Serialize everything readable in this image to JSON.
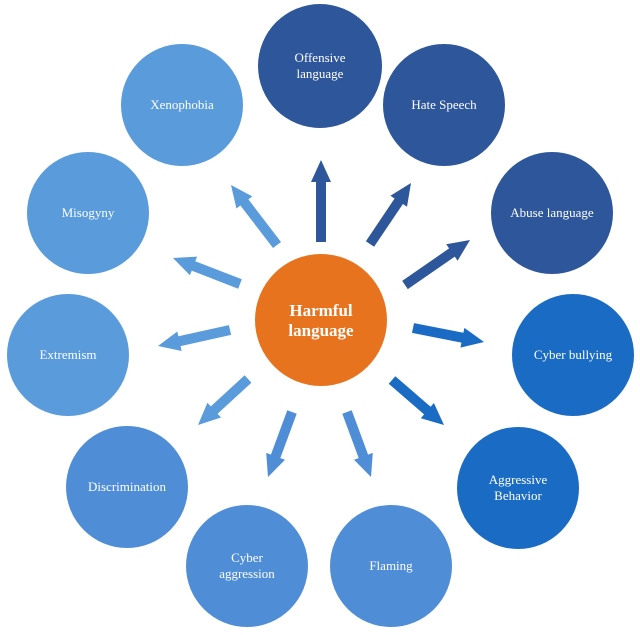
{
  "center": {
    "label_lines": [
      "Harmful",
      "language"
    ],
    "color": "#E8731E"
  },
  "nodes": [
    {
      "id": "offensive-language",
      "lines": [
        "Offensive",
        "language"
      ],
      "fill": "#2E569A"
    },
    {
      "id": "hate-speech",
      "lines": [
        "Hate Speech"
      ],
      "fill": "#2E569A"
    },
    {
      "id": "abuse-language",
      "lines": [
        "Abuse language"
      ],
      "fill": "#2E569A"
    },
    {
      "id": "cyber-bullying",
      "lines": [
        "Cyber bullying"
      ],
      "fill": "#1A6BC4"
    },
    {
      "id": "aggressive-behavior",
      "lines": [
        "Aggressive",
        "Behavior"
      ],
      "fill": "#1A6BC4"
    },
    {
      "id": "flaming",
      "lines": [
        "Flaming"
      ],
      "fill": "#4F8ED6"
    },
    {
      "id": "cyber-aggression",
      "lines": [
        "Cyber",
        "aggression"
      ],
      "fill": "#4F8ED6"
    },
    {
      "id": "discrimination",
      "lines": [
        "Discrimination"
      ],
      "fill": "#4F8ED6"
    },
    {
      "id": "extremism",
      "lines": [
        "Extremism"
      ],
      "fill": "#5A9BDC"
    },
    {
      "id": "misogyny",
      "lines": [
        "Misogyny"
      ],
      "fill": "#5A9BDC"
    },
    {
      "id": "xenophobia",
      "lines": [
        "Xenophobia"
      ],
      "fill": "#5A9BDC"
    }
  ],
  "arrows": [
    {
      "id": "offensive-language",
      "fill": "#2E569A"
    },
    {
      "id": "hate-speech",
      "fill": "#2E569A"
    },
    {
      "id": "abuse-language",
      "fill": "#2E569A"
    },
    {
      "id": "cyber-bullying",
      "fill": "#1A6BC4"
    },
    {
      "id": "aggressive-behavior",
      "fill": "#1A6BC4"
    },
    {
      "id": "flaming",
      "fill": "#4F8ED6"
    },
    {
      "id": "cyber-aggression",
      "fill": "#4F8ED6"
    },
    {
      "id": "discrimination",
      "fill": "#5A9BDC"
    },
    {
      "id": "extremism",
      "fill": "#5A9BDC"
    },
    {
      "id": "misogyny",
      "fill": "#5A9BDC"
    },
    {
      "id": "xenophobia",
      "fill": "#5A9BDC"
    }
  ]
}
